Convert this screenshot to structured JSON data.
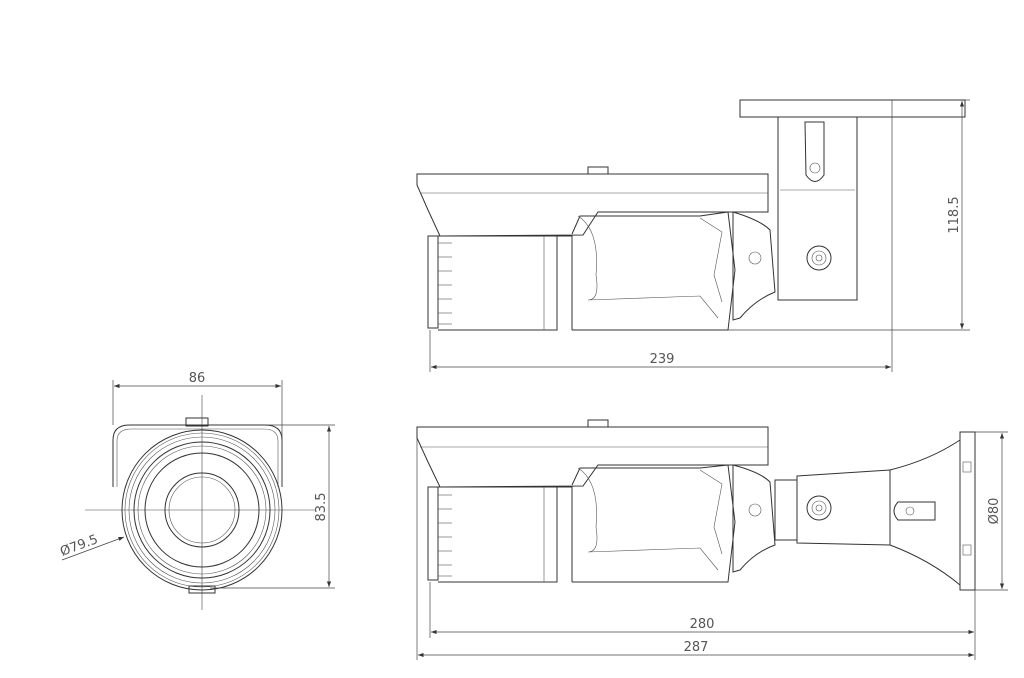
{
  "drawing": {
    "front_view": {
      "width_label": "86",
      "height_label": "83.5",
      "diameter_label": "Ø79.5"
    },
    "side_view_top": {
      "length_label": "239",
      "height_label": "118.5"
    },
    "side_view_bottom": {
      "length_inner_label": "280",
      "length_total_label": "287",
      "base_diameter_label": "Ø80"
    }
  }
}
